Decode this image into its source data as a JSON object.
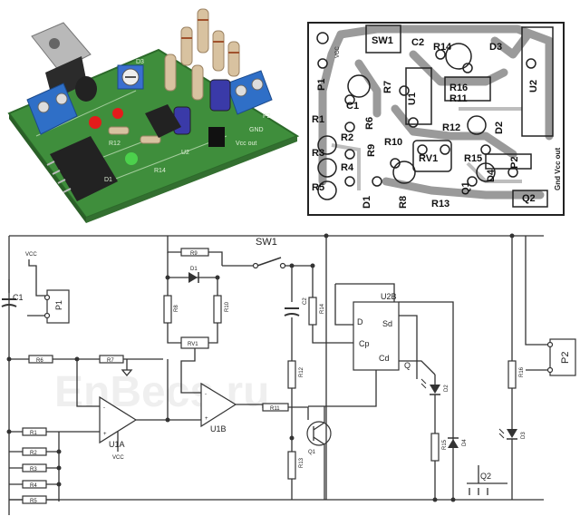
{
  "photo": {
    "board_labels": [
      "R12",
      "R14",
      "D1",
      "D3",
      "P2",
      "GND",
      "U2",
      "Vcc out"
    ]
  },
  "pcb": {
    "labels": {
      "sw1": "SW1",
      "c2": "C2",
      "r14": "R14",
      "d3": "D3",
      "u2": "U2",
      "p1": "P1",
      "r7": "R7",
      "u1": "U1",
      "r16": "R16",
      "r11": "R11",
      "c1": "C1",
      "r1": "R1",
      "r6": "R6",
      "r12": "R12",
      "r2": "R2",
      "r10": "R10",
      "rv1": "RV1",
      "r15": "R15",
      "d2": "D2",
      "p2": "P2",
      "r3": "R3",
      "r4": "R4",
      "r9": "R9",
      "d4": "D4",
      "r5": "R5",
      "d1": "D1",
      "r8": "R8",
      "r13": "R13",
      "q1": "Q1",
      "q2": "Q2",
      "vcc": "VCC",
      "gnd_vcc_out": "Gnd  Vcc out"
    }
  },
  "schematic": {
    "labels": {
      "vcc1": "VCC",
      "c1": "C1",
      "p1": "P1",
      "r9": "R9",
      "d1": "D1",
      "sw1": "SW1",
      "r8": "R8",
      "r10": "R10",
      "c2": "C2",
      "r14": "R14",
      "u2b": "U2B",
      "d": "D",
      "sd": "Sd",
      "cp": "Cp",
      "cd": "Cd",
      "q": "Q",
      "rv1": "RV1",
      "r6": "R6",
      "r7": "R7",
      "r12": "R12",
      "r11": "R11",
      "u1a": "U1A",
      "u1b": "U1B",
      "vcc2": "VCC",
      "r1": "R1",
      "r2": "R2",
      "r3": "R3",
      "r4": "R4",
      "r5": "R5",
      "q1": "Q1",
      "r13": "R13",
      "d2": "D2",
      "r15": "R15",
      "d4": "D4",
      "q2": "Q2",
      "r16": "R16",
      "d3": "D3",
      "p2": "P2",
      "minus1": "-",
      "plus1": "+",
      "minus2": "-",
      "plus2": "+"
    }
  }
}
